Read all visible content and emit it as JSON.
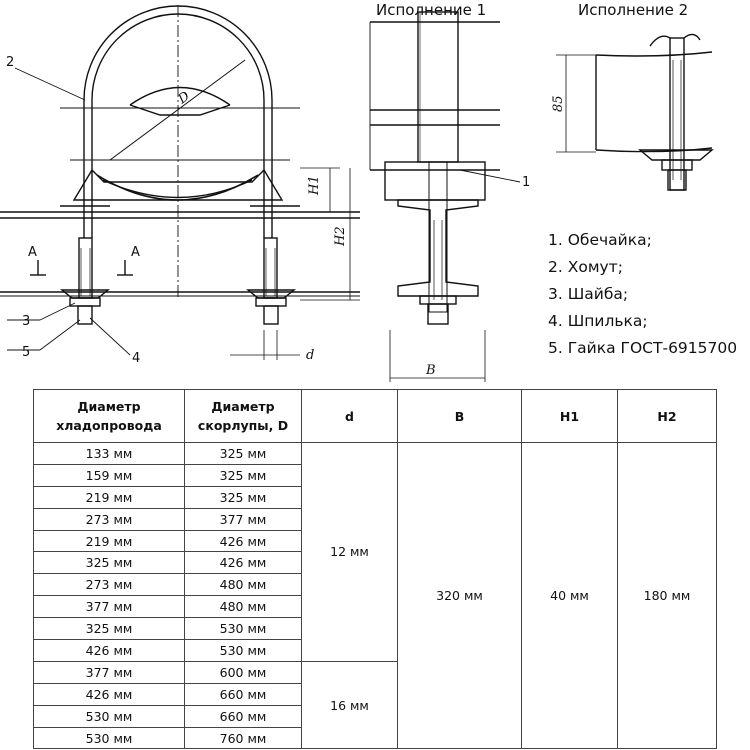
{
  "titles": {
    "variant1": "Исполнение 1",
    "variant2": "Исполнение 2"
  },
  "legend": [
    "1. Обечайка;",
    "2. Хомут;",
    "3. Шайба;",
    "4. Шпилька;",
    "5. Гайка ГОСТ-6915700"
  ],
  "callouts": {
    "c1": "1",
    "c2": "2",
    "c3": "3",
    "c4": "4",
    "c5": "5",
    "cA1": "A",
    "cA2": "A"
  },
  "dims": {
    "D": "D",
    "H1": "H1",
    "H2": "H2",
    "d": "d",
    "B": "B",
    "v85": "85"
  },
  "table": {
    "headers": {
      "pipe_diameter": "Диаметр хладопровода",
      "shell_diameter": "Диаметр скорлупы, D",
      "d": "d",
      "B": "B",
      "H1": "H1",
      "H2": "H2"
    },
    "rows": [
      [
        "133 мм",
        "325 мм"
      ],
      [
        "159 мм",
        "325 мм"
      ],
      [
        "219 мм",
        "325 мм"
      ],
      [
        "273 мм",
        "377 мм"
      ],
      [
        "219 мм",
        "426 мм"
      ],
      [
        "325 мм",
        "426 мм"
      ],
      [
        "273 мм",
        "480 мм"
      ],
      [
        "377 мм",
        "480 мм"
      ],
      [
        "325 мм",
        "530 мм"
      ],
      [
        "426 мм",
        "530 мм"
      ],
      [
        "377 мм",
        "600 мм"
      ],
      [
        "426 мм",
        "660 мм"
      ],
      [
        "530 мм",
        "660 мм"
      ],
      [
        "530 мм",
        "760 мм"
      ]
    ],
    "d_group1": "12 мм",
    "d_group2": "16 мм",
    "B_value": "320 мм",
    "H1_value": "40 мм",
    "H2_value": "180 мм"
  }
}
